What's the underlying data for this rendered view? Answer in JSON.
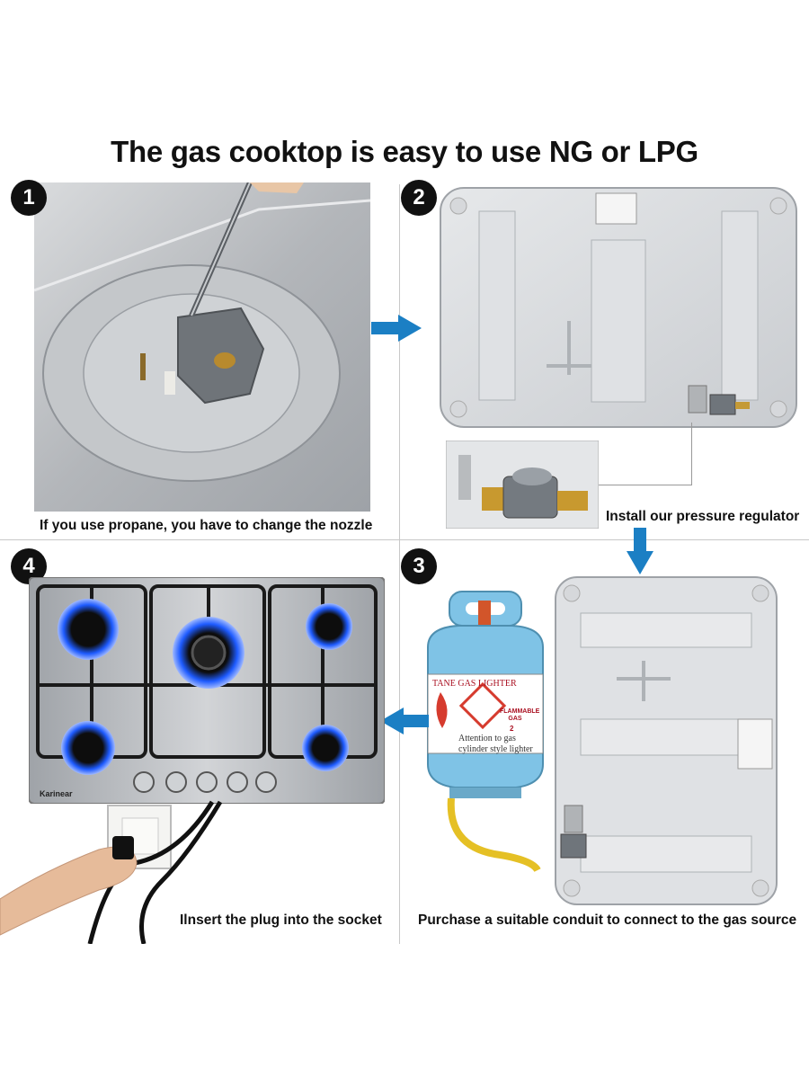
{
  "title": "The gas cooktop is easy to use NG or LPG",
  "steps": [
    {
      "number": "1",
      "caption": "If you use propane, you have to change the nozzle"
    },
    {
      "number": "2",
      "caption": "Install our pressure regulator"
    },
    {
      "number": "3",
      "caption": "Purchase a suitable conduit to connect to the gas source"
    },
    {
      "number": "4",
      "caption": "Ilnsert the plug into the socket"
    }
  ],
  "cooktop": {
    "brand": "Karinear"
  },
  "tank": {
    "label_top": "TANE GAS LIGHTER",
    "label_line1": "Attention to gas",
    "label_line2": "cylinder style lighter",
    "hazard_text": "FLAMMABLE GAS",
    "hazard_number": "2"
  },
  "colors": {
    "arrow": "#1b7fc4",
    "steel": "#b9bcc0",
    "tank": "#7fc3e6",
    "flame": "#1e5bff"
  }
}
